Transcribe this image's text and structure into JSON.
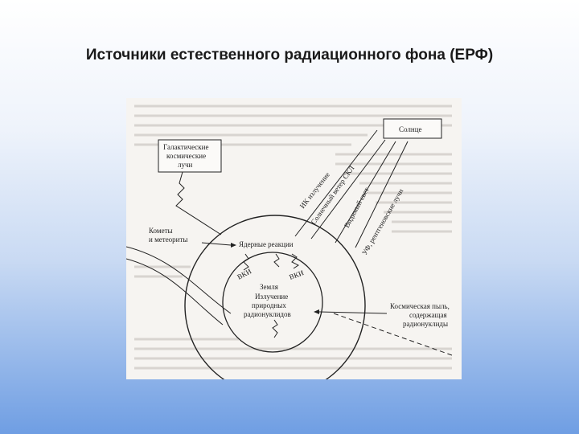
{
  "title": "Источники естественного радиационного фона (ЕРФ)",
  "diagram": {
    "sun": "Солнце",
    "galactic_rays": [
      "Галактические",
      "космические",
      "лучи"
    ],
    "comets": [
      "Кометы",
      "и метеориты"
    ],
    "ir_radiation": "ИК излучение",
    "solar_wind": "Солнечный ветер СКЛ",
    "visible_light": "Видимый свет",
    "uv_xray": "УФ, рентгеновские лучи",
    "nuclear_reactions": "Ядерные реакции",
    "vki_left": "ВКИ",
    "vki_right": "ВКИ",
    "earth": "Земля",
    "earth_emission": [
      "Излучение",
      "природных",
      "радионуклидов"
    ],
    "cosmic_dust": [
      "Космическая пыль,",
      "содержащая",
      "радионуклиды"
    ]
  },
  "colors": {
    "ink": "#222222",
    "paper": "#f6f4f1"
  }
}
